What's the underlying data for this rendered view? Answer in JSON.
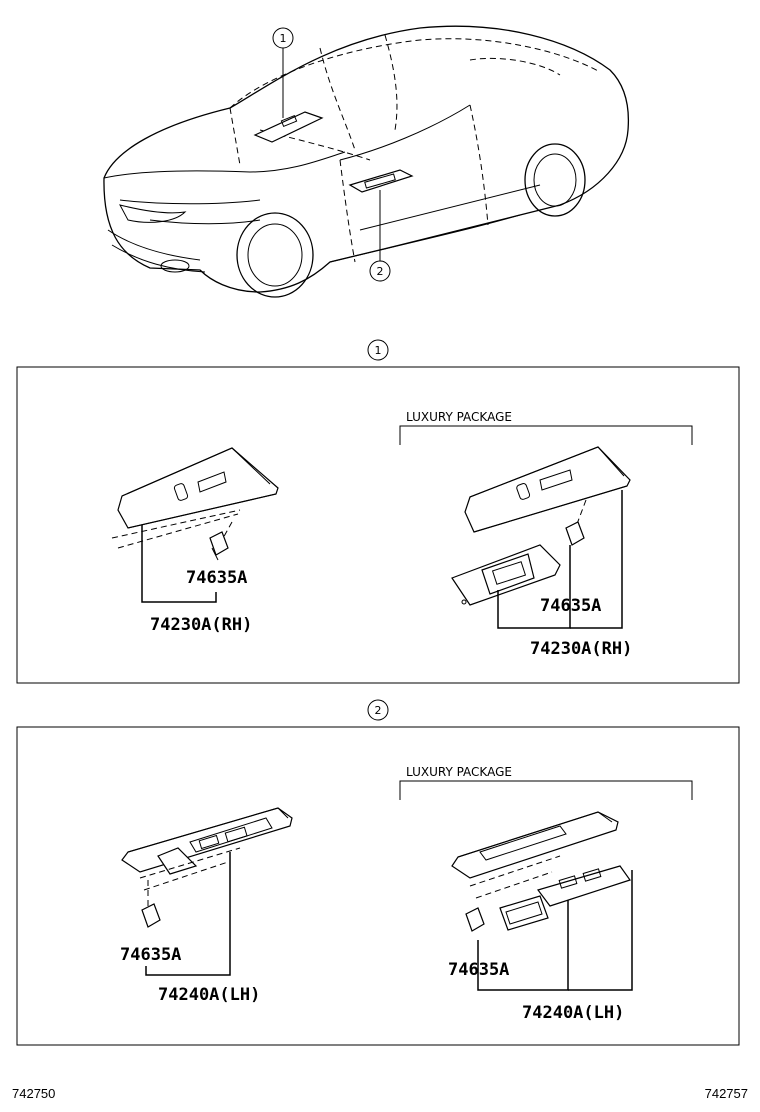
{
  "callouts": {
    "one": "1",
    "two": "2"
  },
  "panel1": {
    "left": {
      "clip": "74635A",
      "assembly": "74230A(RH)"
    },
    "right": {
      "package": "LUXURY PACKAGE",
      "clip": "74635A",
      "assembly": "74230A(RH)"
    }
  },
  "panel2": {
    "left": {
      "clip": "74635A",
      "assembly": "74240A(LH)"
    },
    "right": {
      "package": "LUXURY PACKAGE",
      "clip": "74635A",
      "assembly": "74240A(LH)"
    }
  },
  "footer": {
    "left_ref": "742750",
    "right_ref": "742757"
  }
}
